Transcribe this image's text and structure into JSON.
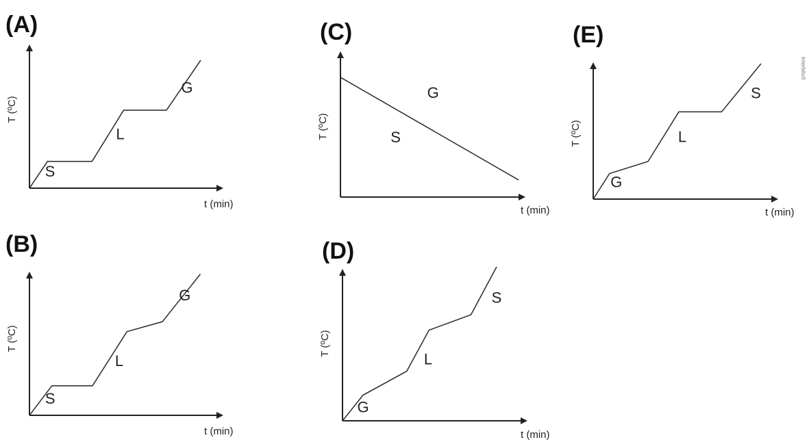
{
  "watermark": "Interbits®",
  "chart_data": [
    {
      "type": "line",
      "title": "(A)",
      "xlabel": "t (min)",
      "ylabel": "T (ºC)",
      "x": [
        0,
        1.05,
        3.65,
        5.5,
        8.0,
        10.0
      ],
      "values": [
        0,
        2.3,
        2.3,
        6.7,
        6.7,
        11.0
      ],
      "labels": [
        {
          "text": "S",
          "x": 1.2,
          "y": 1.0
        },
        {
          "text": "L",
          "x": 5.3,
          "y": 4.2
        },
        {
          "text": "G",
          "x": 9.2,
          "y": 8.2
        }
      ],
      "xlim": [
        0,
        11
      ],
      "ylim": [
        0,
        12
      ],
      "grid": false
    },
    {
      "type": "line",
      "title": "(B)",
      "xlabel": "t (min)",
      "ylabel": "T (ºC)",
      "x": [
        0,
        1.3,
        3.65,
        5.65,
        7.7,
        9.9
      ],
      "values": [
        0,
        1.8,
        1.8,
        5.1,
        5.7,
        8.6
      ],
      "labels": [
        {
          "text": "S",
          "x": 1.2,
          "y": 0.7
        },
        {
          "text": "L",
          "x": 5.2,
          "y": 3.0
        },
        {
          "text": "G",
          "x": 9.0,
          "y": 7.0
        }
      ],
      "xlim": [
        0,
        10.8
      ],
      "ylim": [
        0,
        9.5
      ],
      "grid": false
    },
    {
      "type": "line",
      "title": "(C)",
      "xlabel": "t (min)",
      "ylabel": "T (ºC)",
      "x": [
        0,
        10.0
      ],
      "values": [
        7.0,
        1.0
      ],
      "labels": [
        {
          "text": "G",
          "x": 5.2,
          "y": 5.8
        },
        {
          "text": "S",
          "x": 3.1,
          "y": 3.2
        }
      ],
      "xlim": [
        0,
        10.0
      ],
      "ylim": [
        0,
        8.0
      ],
      "grid": false
    },
    {
      "type": "line",
      "title": "(D)",
      "xlabel": "t (min)",
      "ylabel": "T (ºC)",
      "x": [
        0,
        1.2,
        3.75,
        5.05,
        7.5,
        9.0
      ],
      "values": [
        0,
        1.5,
        2.9,
        5.3,
        6.2,
        9.0
      ],
      "labels": [
        {
          "text": "G",
          "x": 1.2,
          "y": 0.5
        },
        {
          "text": "L",
          "x": 5.0,
          "y": 3.3
        },
        {
          "text": "S",
          "x": 9.0,
          "y": 6.9
        }
      ],
      "xlim": [
        0,
        11
      ],
      "ylim": [
        0,
        10.0
      ],
      "grid": false
    },
    {
      "type": "line",
      "title": "(E)",
      "xlabel": "t (min)",
      "ylabel": "T (ºC)",
      "x": [
        0,
        0.95,
        3.2,
        5.0,
        7.5,
        9.8
      ],
      "values": [
        0,
        1.7,
        2.5,
        5.8,
        5.8,
        9.0
      ],
      "labels": [
        {
          "text": "G",
          "x": 1.35,
          "y": 0.8
        },
        {
          "text": "L",
          "x": 5.2,
          "y": 3.8
        },
        {
          "text": "S",
          "x": 9.5,
          "y": 6.7
        }
      ],
      "xlim": [
        0,
        10.0
      ],
      "ylim": [
        0,
        10.0
      ],
      "grid": false
    }
  ]
}
